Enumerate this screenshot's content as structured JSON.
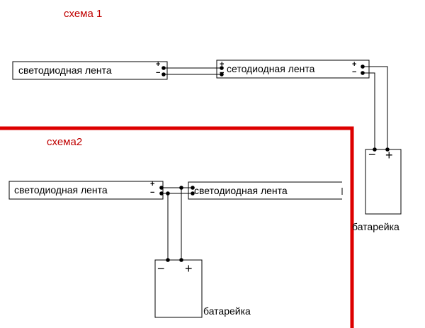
{
  "scheme1": {
    "title": "схема 1",
    "strip_left": "светодиодная лента",
    "strip_right": "сетодиодная лента",
    "battery_label": "батарейка"
  },
  "scheme2": {
    "title": "схема2",
    "strip_left": "светодиодная лента",
    "strip_right": "светодиодная лента",
    "battery_label": "батарейка"
  },
  "symbols": {
    "plus": "+",
    "minus": "−"
  },
  "colors": {
    "divider": "#dd0000",
    "title": "#c00000",
    "wire": "#000000"
  }
}
